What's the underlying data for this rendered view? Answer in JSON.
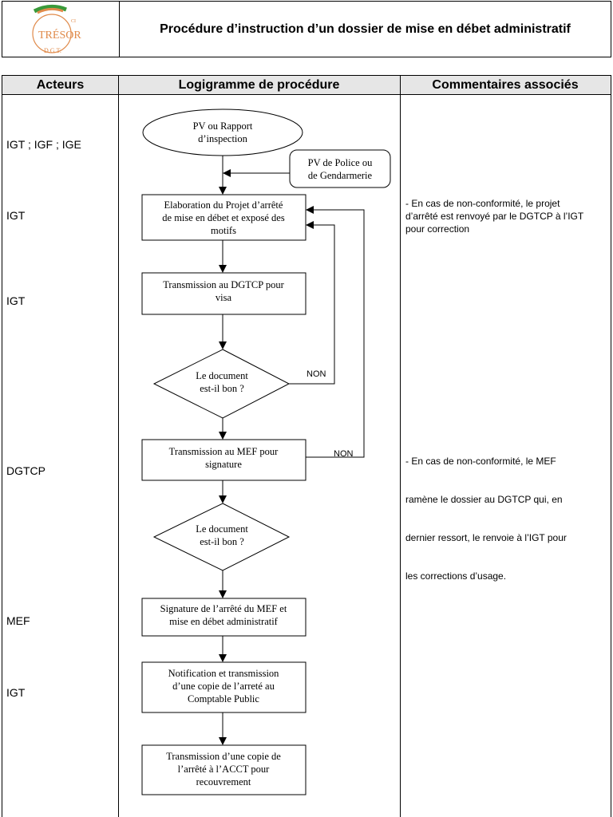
{
  "header": {
    "title": "Procédure d’instruction d’un dossier de mise en débet administratif",
    "logo_text": "TRÉSOR",
    "logo_subtext": "D.G.T.",
    "logo_mark": "CI"
  },
  "table": {
    "col_actors": "Acteurs",
    "col_flow": "Logigramme de procédure",
    "col_comments": "Commentaires associés"
  },
  "actors": [
    "IGT ; IGF ; IGE",
    "IGT",
    "IGT",
    "DGTCP",
    "MEF",
    "IGT"
  ],
  "comments": [
    {
      "lines": [
        "- En cas de non-conformité, le projet",
        "d’arrêté est renvoyé par le DGTCP à l’IGT",
        "pour correction"
      ]
    },
    {
      "lines": [
        "-  En cas de non-conformité, le MEF",
        "   ramène le dossier au DGTCP qui, en",
        "   dernier ressort, le renvoie à l’IGT pour",
        "   les corrections d’usage."
      ]
    }
  ],
  "flow": {
    "start": [
      "PV ou Rapport",
      "d’inspection"
    ],
    "side_input": [
      "PV de Police ou",
      "de Gendarmerie"
    ],
    "step1": [
      "Elaboration du Projet d’arrêté",
      "de mise en débet et exposé des",
      "motifs"
    ],
    "step2": [
      "Transmission au DGTCP pour",
      "visa"
    ],
    "decision1": [
      "Le document",
      "est-il bon ?"
    ],
    "step3": [
      "Transmission au MEF pour",
      "signature"
    ],
    "decision2": [
      "Le document",
      "est-il bon ?"
    ],
    "step4": [
      "Signature de l’arrêté du MEF et",
      "mise en débet administratif"
    ],
    "step5": [
      "Notification et transmission",
      "d’une copie de l’arreté au",
      "Comptable Public"
    ],
    "step6": [
      "Transmission d’une copie de",
      "l’arrêté à l’ACCT pour",
      "recouvrement"
    ],
    "no_label_1": "NON",
    "no_label_2": "NON"
  }
}
